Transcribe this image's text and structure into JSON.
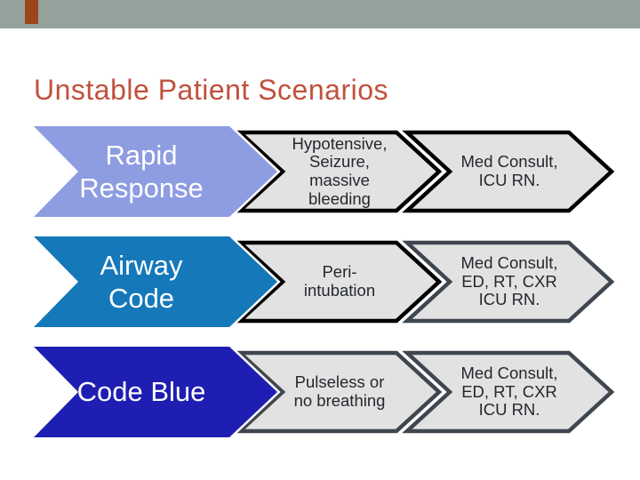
{
  "slide": {
    "title": "Unstable Patient Scenarios"
  },
  "colors": {
    "top_band": "#95a29b",
    "accent_mark": "#9b451d",
    "title_text": "#c0513d",
    "chevron_fill": "#e2e2e2",
    "chevron_text": "#24282e",
    "scenario_text": "#ffffff",
    "blue_outline": "#ffffff"
  },
  "rows": [
    {
      "scenario": "Rapid\nResponse",
      "scenario_color": "#8e9ce2",
      "trigger": "Hypotensive,\nSeizure,\nmassive\nbleeding",
      "trigger_border": "#000000",
      "response": "Med Consult,\nICU RN.",
      "response_border": "#000000"
    },
    {
      "scenario": "Airway\nCode",
      "scenario_color": "#1478b9",
      "trigger": "Peri-\nintubation",
      "trigger_border": "#000000",
      "response": "Med Consult,\nED, RT, CXR\nICU RN.",
      "response_border": "#3f4650"
    },
    {
      "scenario": "Code Blue",
      "scenario_color": "#1e1eb2",
      "trigger": "Pulseless or\nno breathing",
      "trigger_border": "#3f4650",
      "response": "Med Consult,\nED, RT, CXR\nICU RN.",
      "response_border": "#3f4650"
    }
  ]
}
